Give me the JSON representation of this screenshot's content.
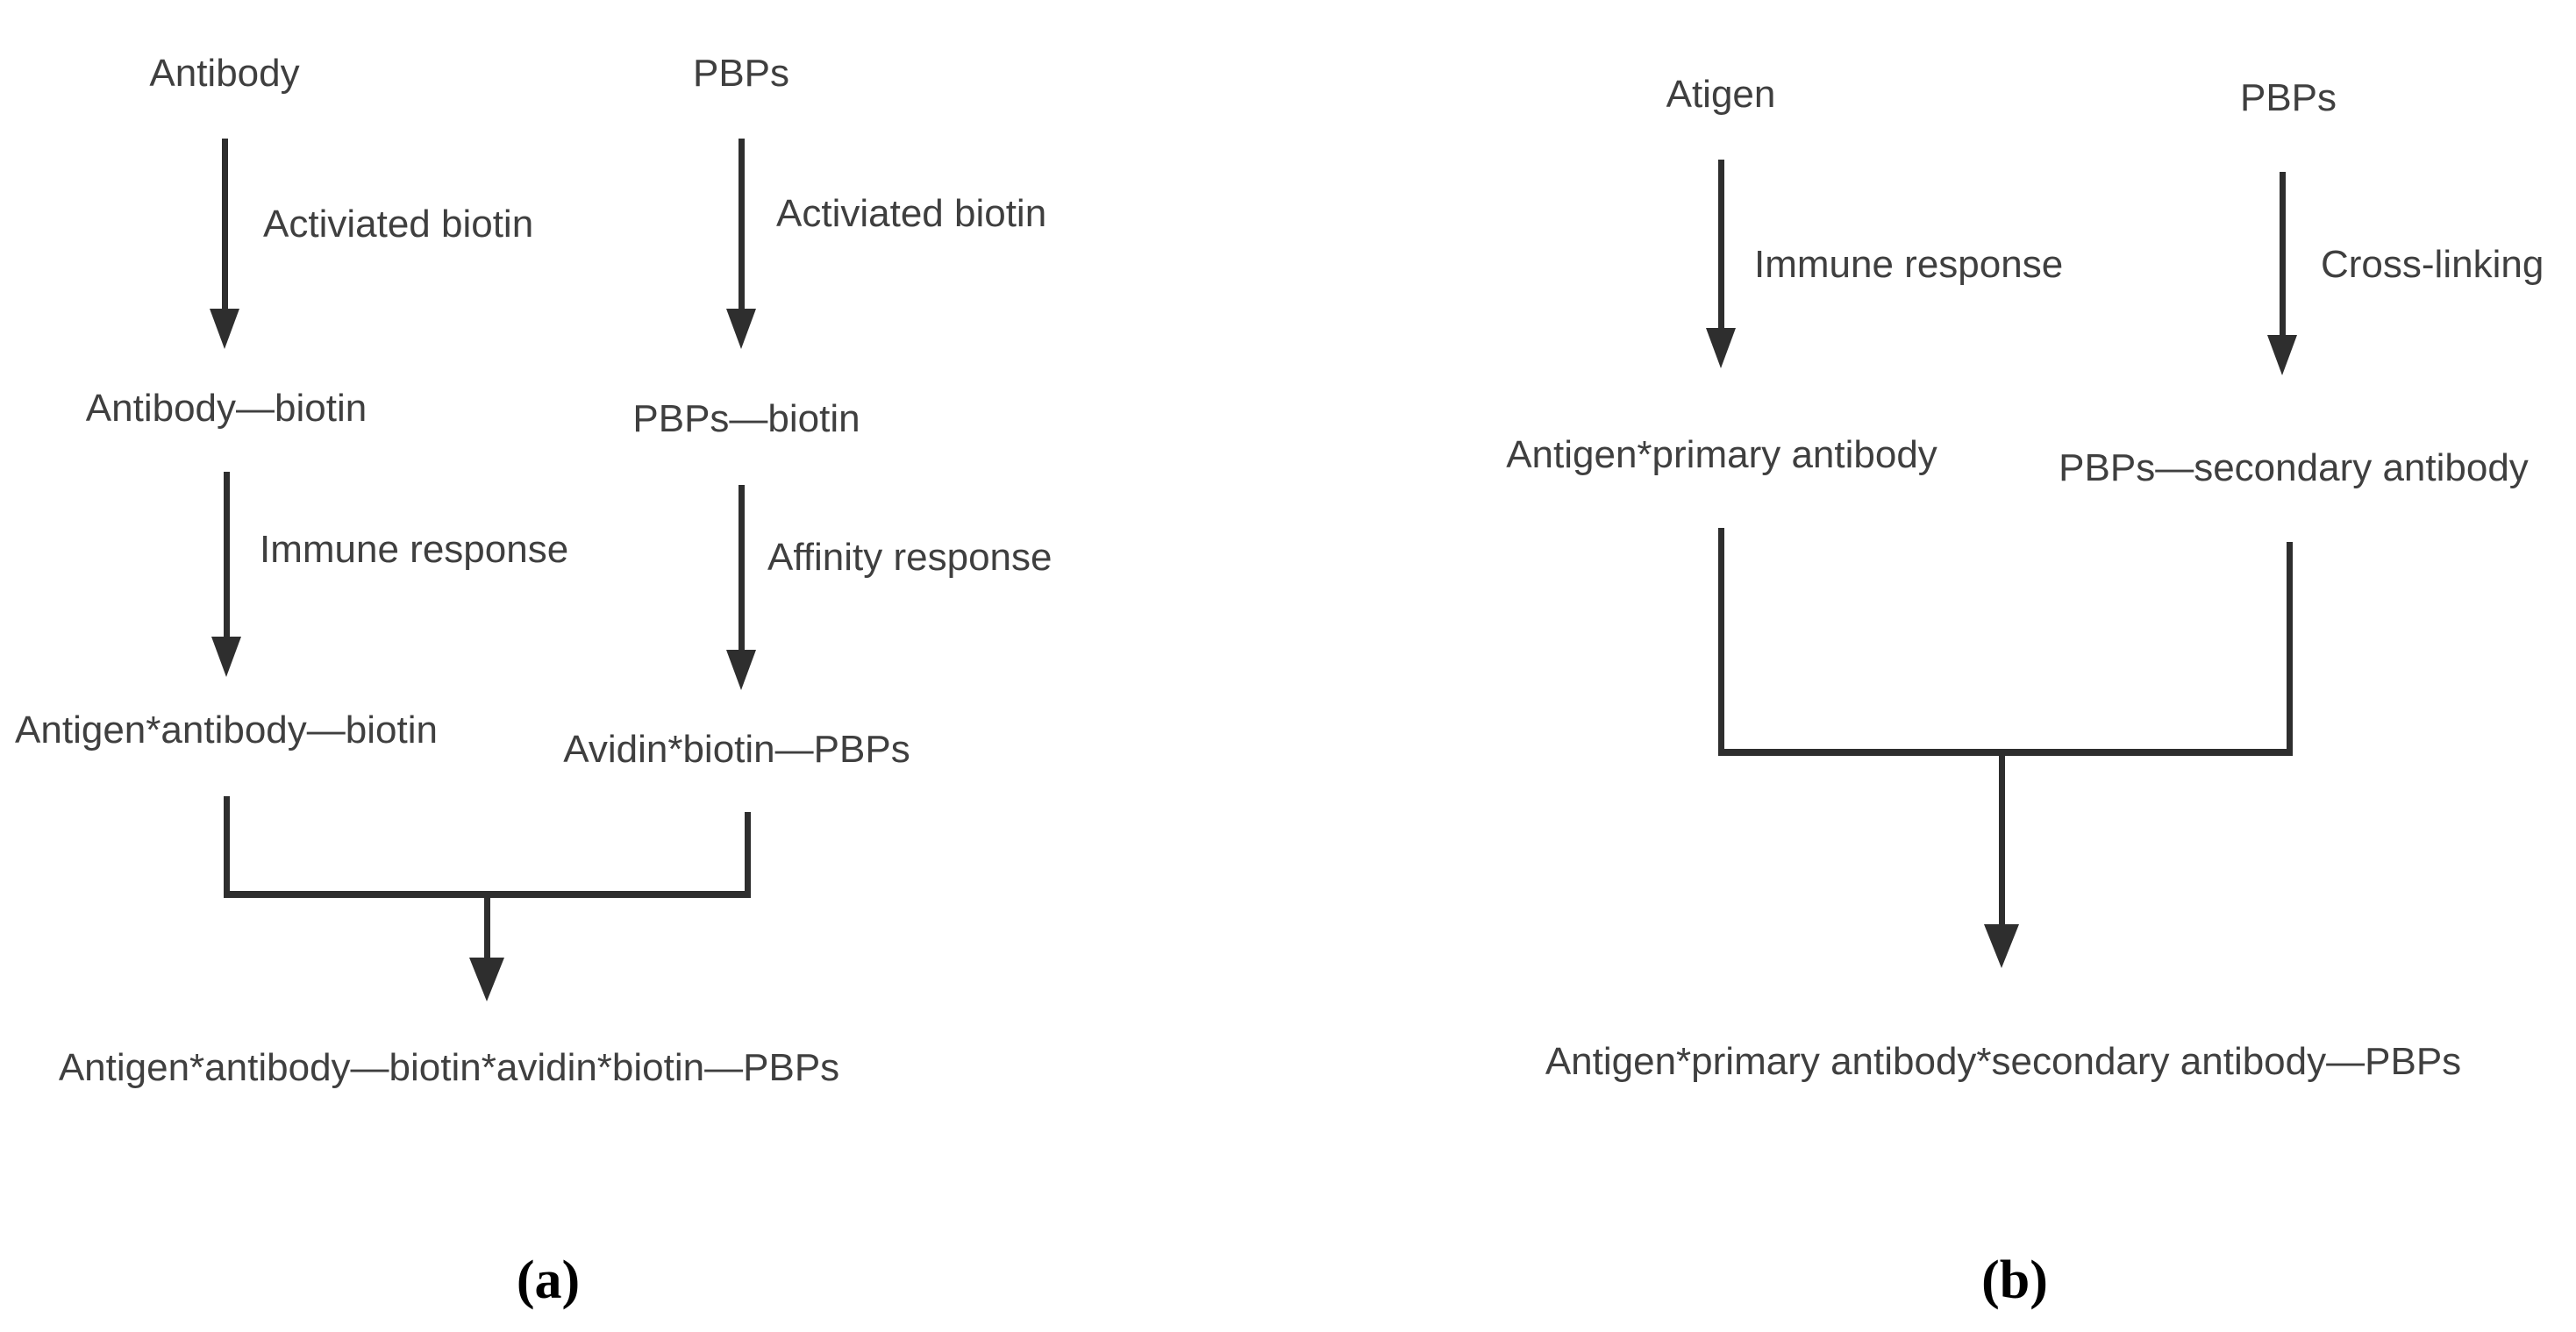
{
  "figure": {
    "background": "#ffffff",
    "text_color": "#3f3f3f",
    "line_color": "#2e2e2e"
  },
  "panel_a": {
    "caption": "(a)",
    "reactant_left": "Antibody",
    "reactant_right": "PBPs",
    "step1_left_label": "Activiated biotin",
    "step1_right_label": "Activiated biotin",
    "intermediate_left": "Antibody—biotin",
    "intermediate_right": "PBPs—biotin",
    "step2_left_label": "Immune response",
    "step2_right_label": "Affinity response",
    "product_left": "Antigen*antibody—biotin",
    "product_right": "Avidin*biotin—PBPs",
    "final_product": "Antigen*antibody—biotin*avidin*biotin—PBPs"
  },
  "panel_b": {
    "caption": "(b)",
    "reactant_left": "Atigen",
    "reactant_right": "PBPs",
    "step1_left_label": "Immune response",
    "step1_right_label": "Cross-linking",
    "product_left": "Antigen*primary antibody",
    "product_right": "PBPs—secondary antibody",
    "final_product": "Antigen*primary antibody*secondary antibody—PBPs"
  }
}
